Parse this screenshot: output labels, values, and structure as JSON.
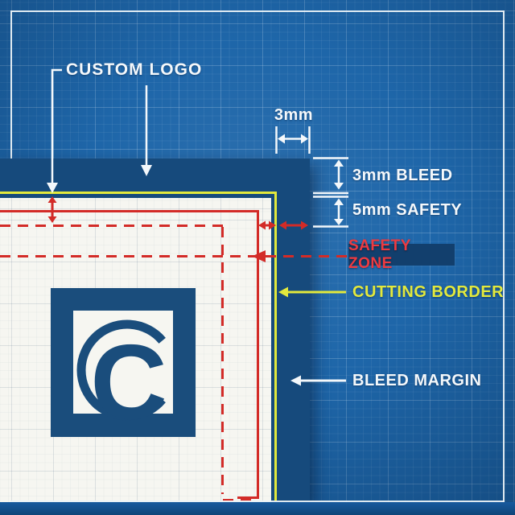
{
  "scene": {
    "description": "Blueprint-style print specification diagram showing bleed, cutting and safety margins of a card with a custom logo"
  },
  "colors": {
    "background_blue": "#1e66a9",
    "card_navy": "#164a7c",
    "card_white": "#f6f6f1",
    "cutting_yellow": "#e3e93c",
    "safety_red": "#d32b27",
    "label_red": "#ee3a40",
    "label_box_navy": "#123f6d",
    "frame_white": "#e9f1f6"
  },
  "labels": {
    "custom_logo": "CUSTOM LOGO",
    "dim_3mm": "3mm",
    "bleed_3mm": "3mm BLEED",
    "safety_5mm": "5mm SAFETY",
    "safety_zone": "SAFETY ZONE",
    "cutting_border": "CUTTING BORDER",
    "bleed_margin": "BLEED MARGIN",
    "logo_letter": "C"
  }
}
